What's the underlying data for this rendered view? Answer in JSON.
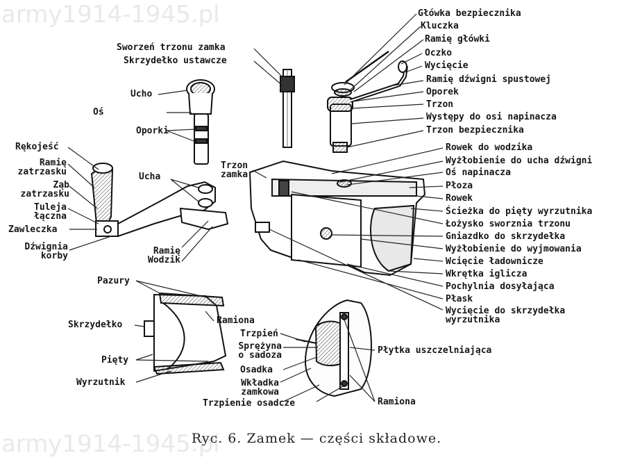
{
  "watermark": {
    "text": "army1914-1945.pl"
  },
  "caption": "Ryc. 6. Zamek — części składowe.",
  "labels": {
    "glowka_bezpiecznika": "Główka bezpiecznika",
    "kluczka": "Kluczka",
    "ramie_glowki": "Ramię główki",
    "oczko": "Oczko",
    "wyciecie": "Wycięcie",
    "ramie_dzwigni_spustowej": "Ramię dźwigni spustowej",
    "oporek": "Oporek",
    "trzon": "Trzon",
    "wystepy_do_osi_napinacza": "Występy do osi napinacza",
    "trzon_bezpiecznika": "Trzon bezpiecznika",
    "sworzen_trzonu_zamka": "Sworzeń trzonu zamka",
    "skrzydelko_ustawcze": "Skrzydełko ustawcze",
    "ucho": "Ucho",
    "os": "Oś",
    "oporki": "Oporki",
    "rekojesc": "Rękojeść",
    "ramie_zatrzasku": "Ramię\nzatrzasku",
    "zab_zatrzasku": "Ząb\nzatrzasku",
    "tuleja_laczna": "Tuleja\nłączna",
    "zawleczka": "Zawleczka",
    "dzwignia_korby": "Dźwignia\nkorby",
    "ucha": "Ucha",
    "ramie_wodzik": "Ramię\nWodzik",
    "trzon_zamka": "Trzon\nzamka",
    "rowek_do_wodzika": "Rowek do wodzika",
    "wyzlobienie_do_ucha_dzwigni": "Wyżłobienie do ucha dźwigni",
    "os_napinacza": "Oś napinacza",
    "ploza": "Płoza",
    "rowek": "Rowek",
    "sciezka_do_pietry_wyrzutnika": "Ścieżka do pięty wyrzutnika",
    "lozysko_sworznia_trzonu": "Łożysko sworznia trzonu",
    "gniazdko_do_skrzydelka": "Gniazdko do skrzydełka",
    "wyzlobienie_do_wyjmowania": "Wyżłobienie do wyjmowania",
    "wciecie_ladownicze": "Wcięcie ładownicze",
    "wkretka_iglicza": "Wkrętka iglicza",
    "pochylnia_dosylajaca": "Pochylnia dosyłająca",
    "plask": "Płask",
    "wyciecie_do_skrzydelka_wyrzutnika": "Wycięcie do skrzydełka\nwyrzutnika",
    "pazury": "Pazury",
    "ramiona": "Ramiona",
    "skrzydelko": "Skrzydełko",
    "piety": "Pięty",
    "wyrzutnik": "Wyrzutnik",
    "trzpien": "Trzpień",
    "sprezyna_o_sadoza": "Sprężyna\no sadoza",
    "osadka": "Osadka",
    "wkladka_zamkowa": "Wkładka\nzamkowa",
    "trzpienie_osadcze": "Trzpienie osadcze",
    "plytka_uszczelniajaca": "Płytka uszczelniająca",
    "ramiona_2": "Ramiona"
  }
}
